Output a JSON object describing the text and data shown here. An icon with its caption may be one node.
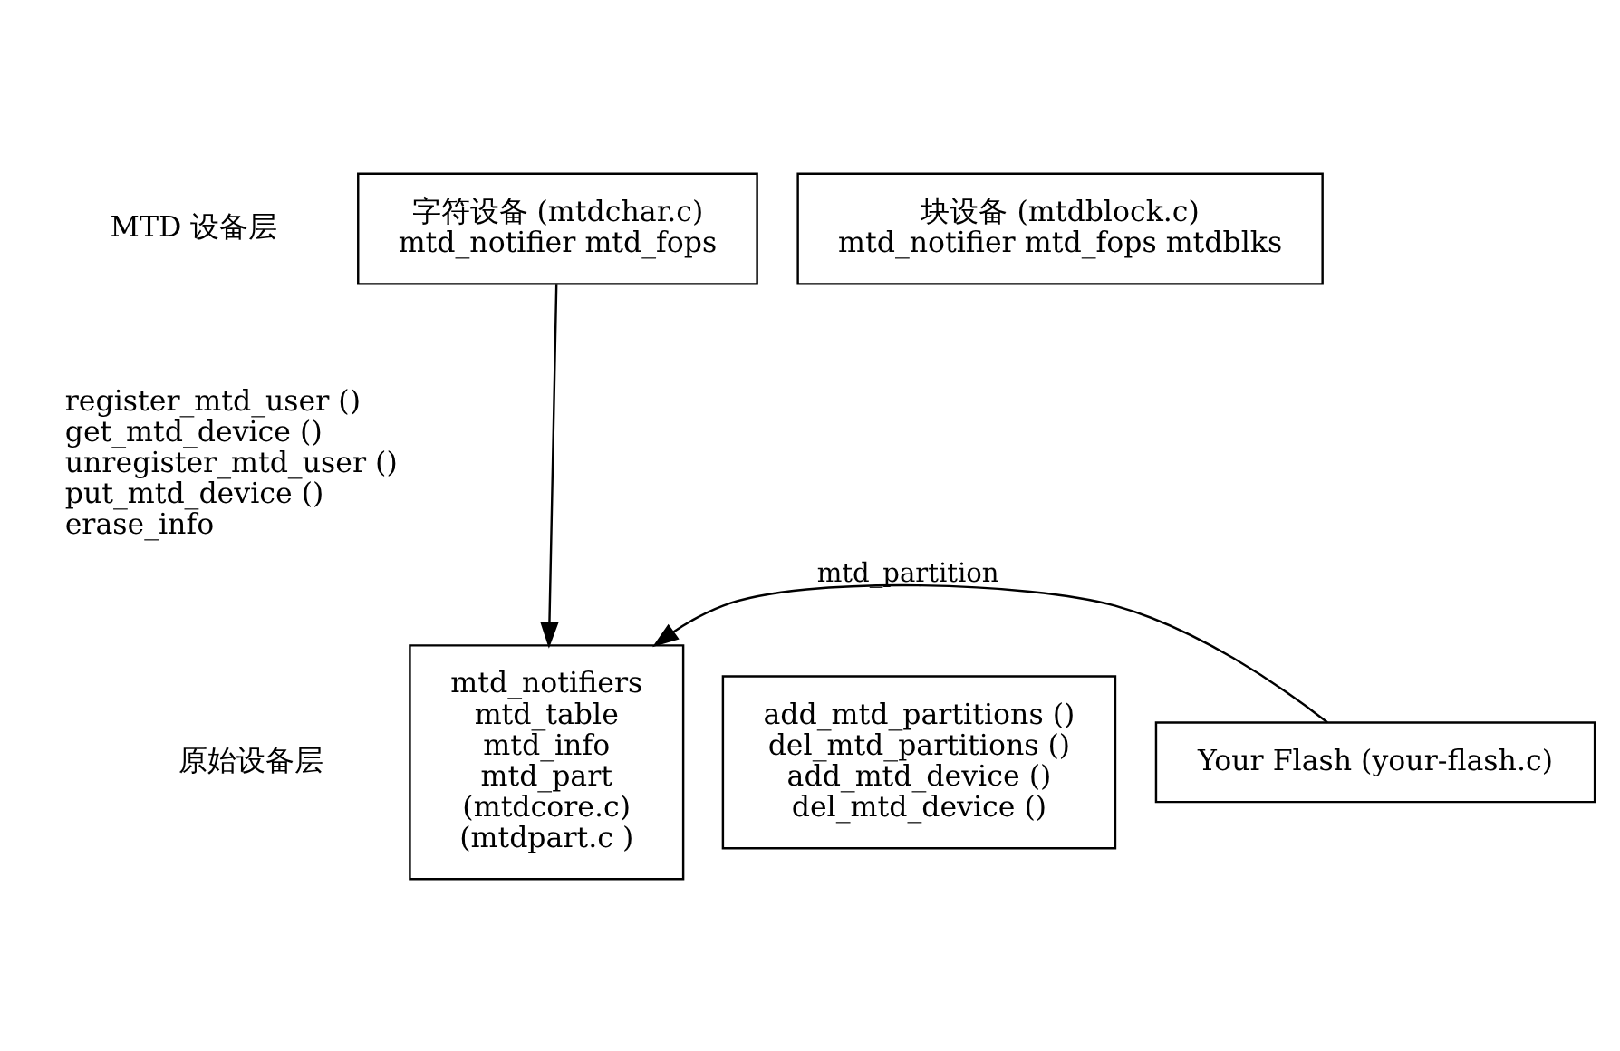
{
  "diagram": {
    "nodes": [
      {
        "text": [
          "字符设备 (mtdchar.c)",
          "mtd_notifier mtd_fops"
        ]
      },
      {
        "text": [
          "块设备 (mtdblock.c)",
          "mtd_notifier mtd_fops mtdblks"
        ]
      },
      {
        "text": [
          "mtd_notifiers",
          "mtd_table",
          "mtd_info",
          "mtd_part",
          "(mtdcore.c)",
          "(mtdpart.c )"
        ]
      },
      {
        "text": [
          "add_mtd_partitions ()",
          "del_mtd_partitions ()",
          "add_mtd_device ()",
          "del_mtd_device ()"
        ]
      },
      {
        "text": [
          "Your Flash (your-flash.c)"
        ]
      }
    ],
    "edges": [
      {
        "from": 0,
        "to": 2,
        "arrow": "to"
      },
      {
        "from": 4,
        "to": 2,
        "arrow": "to",
        "label": "mtd_partition"
      }
    ],
    "labels": [
      "MTD 设备层",
      "register_mtd_user ()",
      "get_mtd_device ()",
      "unregister_mtd_user ()",
      "put_mtd_device ()",
      "erase_info",
      "原始设备层"
    ]
  }
}
